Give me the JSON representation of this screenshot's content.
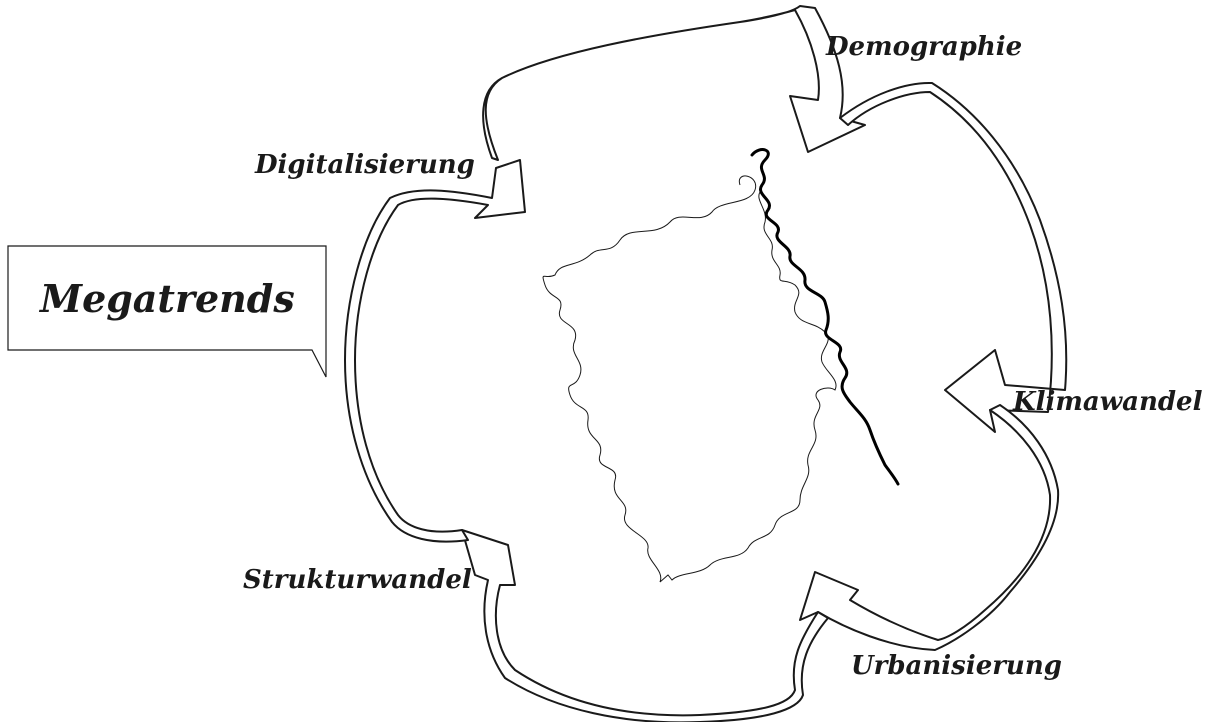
{
  "diagram": {
    "title": "Megatrends",
    "trends": {
      "demographie": "Demographie",
      "klimawandel": "Klimawandel",
      "urbanisierung": "Urbanisierung",
      "strukturwandel": "Strukturwandel",
      "digitalisierung": "Digitalisierung"
    }
  }
}
